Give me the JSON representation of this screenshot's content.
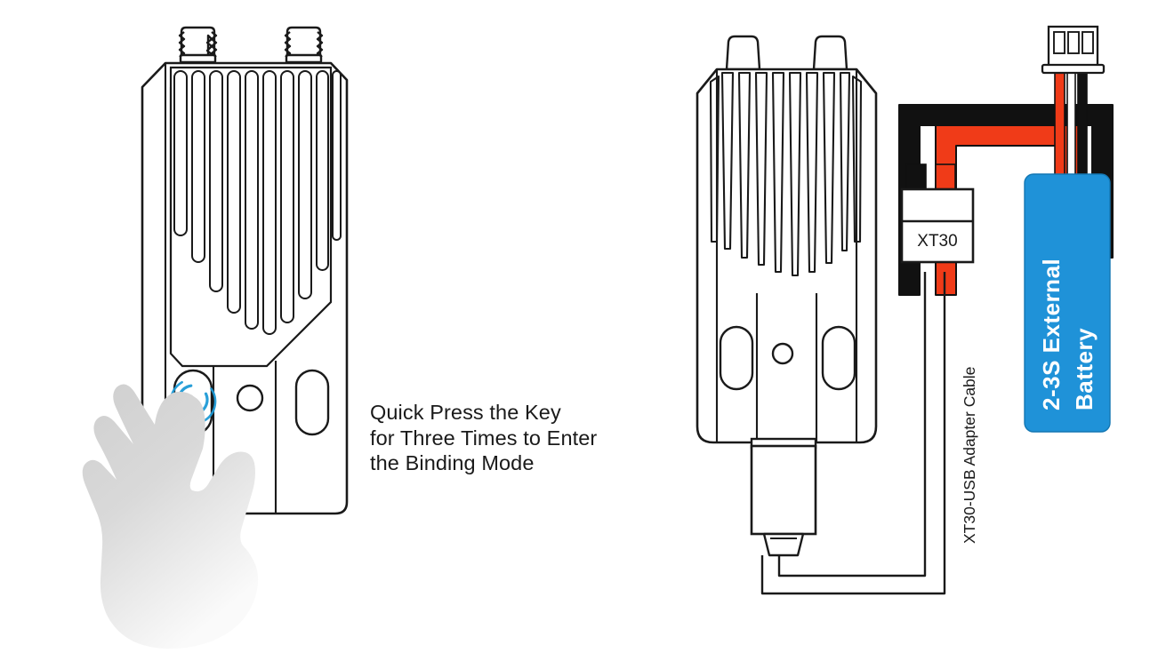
{
  "meta": {
    "background_color": "#ffffff",
    "line_color": "#1a1a1a",
    "accent_blue": "#1f92d8",
    "ring_blue": "#1e9ad6",
    "wire_red": "#f03b18",
    "wire_black": "#111111",
    "hand_grey": "#d4d4d4",
    "panel_white": "#ffffff"
  },
  "caption": {
    "text": "Quick Press the Key\nfor Three Times to Enter\nthe Binding Mode",
    "line1": "Quick Press the Key",
    "line2": "for Three Times to Enter",
    "line3": "the Binding Mode",
    "color": "#1a1a1a"
  },
  "left_panel": {
    "name": "radio-module-front-view",
    "device_label": "",
    "antenna_count": 2,
    "antenna_type": "threaded-sma-connector",
    "heatsink_fin_count": 10,
    "button_pressed": true,
    "tap_indicator": {
      "visible": true,
      "color": "#1e9ad6",
      "ring_count": 2
    },
    "hand": {
      "visible": true,
      "gesture": "index-finger-press",
      "color": "#d4d4d4"
    }
  },
  "right_panel": {
    "name": "radio-module-with-battery-wiring",
    "antenna_count": 2,
    "antenna_type": "rounded-stub",
    "heatsink_fin_count": 10,
    "usb_plug_label": "",
    "xt30_connector": {
      "label": "XT30",
      "body_color": "#ffffff",
      "outline_color": "#111111"
    },
    "adapter_cable": {
      "label": "XT30-USB Adapter Cable",
      "rotation_deg": -90
    },
    "battery": {
      "label": "2-3S External Battery",
      "label_line1": "2-3S External",
      "label_line2": "Battery",
      "body_color": "#1f92d8",
      "text_color": "#ffffff",
      "rotation_deg": -90,
      "balance_connector_slots": 3
    },
    "wires": [
      {
        "name": "positive-wire",
        "color": "#f03b18"
      },
      {
        "name": "negative-wire",
        "color": "#111111"
      },
      {
        "name": "balance-wire-red",
        "color": "#f03b18"
      },
      {
        "name": "balance-wire-white",
        "color": "#ffffff"
      },
      {
        "name": "balance-wire-black",
        "color": "#111111"
      }
    ]
  }
}
